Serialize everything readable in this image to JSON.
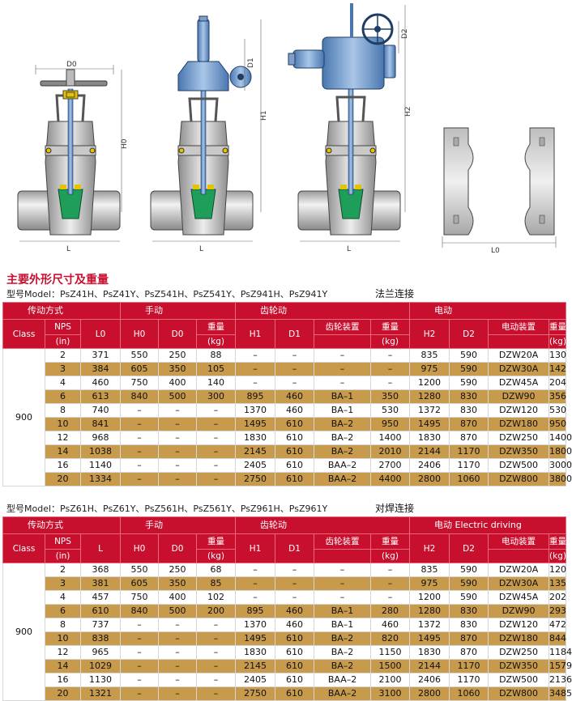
{
  "drawing_labels": {
    "d0": "D0",
    "h0": "H0",
    "l": "L",
    "d1": "D1",
    "h1": "H1",
    "d2": "D2",
    "h2": "H2",
    "l0": "L0"
  },
  "section_title": "主要外形尺寸及重量",
  "table1": {
    "model": "型号Model：PsZ41H、PsZ41Y、PsZ541H、PsZ541Y、PsZ941H、PsZ941Y",
    "connection": "法兰连接",
    "groups": {
      "drive": "传动方式",
      "manual": "手动",
      "gear": "齿轮动",
      "electric": "电动"
    },
    "headers": {
      "class": "Class",
      "nps": "NPS",
      "nps_unit": "(in)",
      "l": "L0",
      "h0": "H0",
      "d0": "D0",
      "weight": "重量",
      "weight_unit": "(kg)",
      "h1": "H1",
      "d1": "D1",
      "gear_device": "齿轮装置",
      "h2": "H2",
      "d2": "D2",
      "electric_device": "电动装置"
    },
    "class_value": "900",
    "rows": [
      [
        "2",
        "371",
        "550",
        "250",
        "88",
        "–",
        "–",
        "–",
        "–",
        "835",
        "590",
        "DZW20A",
        "130"
      ],
      [
        "3",
        "384",
        "605",
        "350",
        "105",
        "–",
        "–",
        "–",
        "–",
        "975",
        "590",
        "DZW30A",
        "142"
      ],
      [
        "4",
        "460",
        "750",
        "400",
        "140",
        "–",
        "–",
        "–",
        "–",
        "1200",
        "590",
        "DZW45A",
        "204"
      ],
      [
        "6",
        "613",
        "840",
        "500",
        "300",
        "895",
        "460",
        "BA–1",
        "350",
        "1280",
        "830",
        "DZW90",
        "356"
      ],
      [
        "8",
        "740",
        "–",
        "–",
        "–",
        "1370",
        "460",
        "BA–1",
        "530",
        "1372",
        "830",
        "DZW120",
        "530"
      ],
      [
        "10",
        "841",
        "–",
        "–",
        "–",
        "1495",
        "610",
        "BA–2",
        "950",
        "1495",
        "870",
        "DZW180",
        "950"
      ],
      [
        "12",
        "968",
        "–",
        "–",
        "–",
        "1830",
        "610",
        "BA–2",
        "1400",
        "1830",
        "870",
        "DZW250",
        "1400"
      ],
      [
        "14",
        "1038",
        "–",
        "–",
        "–",
        "2145",
        "610",
        "BA–2",
        "2010",
        "2144",
        "1170",
        "DZW350",
        "1800"
      ],
      [
        "16",
        "1140",
        "–",
        "–",
        "–",
        "2405",
        "610",
        "BAA–2",
        "2700",
        "2406",
        "1170",
        "DZW500",
        "3000"
      ],
      [
        "20",
        "1334",
        "–",
        "–",
        "–",
        "2750",
        "610",
        "BAA–2",
        "4400",
        "2800",
        "1060",
        "DZW800",
        "3800"
      ]
    ]
  },
  "table2": {
    "model": "型号Model：PsZ61H、PsZ61Y、PsZ561H、PsZ561Y、PsZ961H、PsZ961Y",
    "connection": "对焊连接",
    "groups": {
      "drive": "传动方式",
      "manual": "手动",
      "gear": "齿轮动",
      "electric": "电动 Electric driving"
    },
    "headers": {
      "class": "Class",
      "nps": "NPS",
      "nps_unit": "(in)",
      "l": "L",
      "h0": "H0",
      "d0": "D0",
      "weight": "重量",
      "weight_unit": "(kg)",
      "h1": "H1",
      "d1": "D1",
      "gear_device": "齿轮装置",
      "h2": "H2",
      "d2": "D2",
      "electric_device": "电动装置"
    },
    "class_value": "900",
    "rows": [
      [
        "2",
        "368",
        "550",
        "250",
        "68",
        "–",
        "–",
        "–",
        "–",
        "835",
        "590",
        "DZW20A",
        "120"
      ],
      [
        "3",
        "381",
        "605",
        "350",
        "85",
        "–",
        "–",
        "–",
        "–",
        "975",
        "590",
        "DZW30A",
        "135"
      ],
      [
        "4",
        "457",
        "750",
        "400",
        "102",
        "–",
        "–",
        "–",
        "–",
        "1200",
        "590",
        "DZW45A",
        "202"
      ],
      [
        "6",
        "610",
        "840",
        "500",
        "200",
        "895",
        "460",
        "BA–1",
        "280",
        "1280",
        "830",
        "DZW90",
        "293"
      ],
      [
        "8",
        "737",
        "–",
        "–",
        "–",
        "1370",
        "460",
        "BA–1",
        "460",
        "1372",
        "830",
        "DZW120",
        "472"
      ],
      [
        "10",
        "838",
        "–",
        "–",
        "–",
        "1495",
        "610",
        "BA–2",
        "820",
        "1495",
        "870",
        "DZW180",
        "844"
      ],
      [
        "12",
        "965",
        "–",
        "–",
        "–",
        "1830",
        "610",
        "BA–2",
        "1150",
        "1830",
        "870",
        "DZW250",
        "1184"
      ],
      [
        "14",
        "1029",
        "–",
        "–",
        "–",
        "2145",
        "610",
        "BA–2",
        "1500",
        "2144",
        "1170",
        "DZW350",
        "1579"
      ],
      [
        "16",
        "1130",
        "–",
        "–",
        "–",
        "2405",
        "610",
        "BAA–2",
        "2100",
        "2406",
        "1170",
        "DZW500",
        "2136"
      ],
      [
        "20",
        "1321",
        "–",
        "–",
        "–",
        "2750",
        "610",
        "BAA–2",
        "3100",
        "2800",
        "1060",
        "DZW800",
        "3485"
      ]
    ]
  }
}
